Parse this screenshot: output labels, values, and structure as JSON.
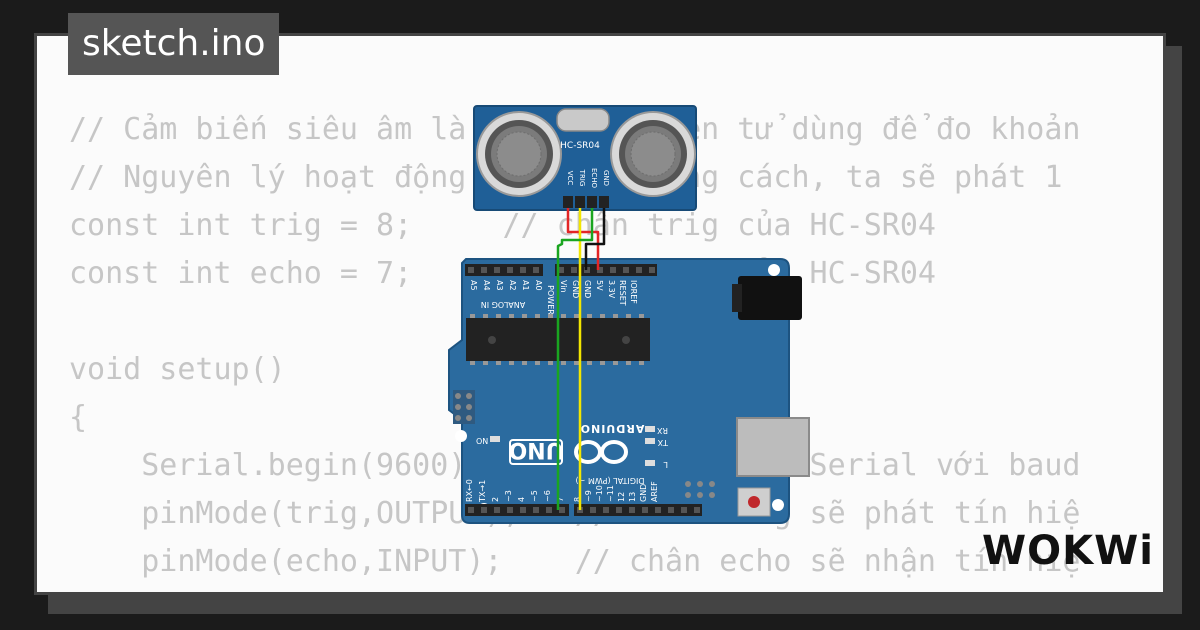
{
  "title": "sketch.ino",
  "code_lines": [
    "// Cảm biến siêu âm là một linh kiện tử dùng để đo khoản",
    "// Nguyên lý hoạt động: Để đo khoảng cách, ta sẽ phát 1",
    "const int trig = 8;     // chân trig của HC-SR04",
    "const int echo = 7;     // chân echo của HC-SR04",
    "",
    "void setup()",
    "{",
    "    Serial.begin(9600);     // giao tiếp Serial với baud",
    "    pinMode(trig,OUTPUT);   // chân trig sẽ phát tín hiệ",
    "    pinMode(echo,INPUT);    // chân echo sẽ nhận tín hiệ",
    "}"
  ],
  "sensor": {
    "model": "HC-SR04",
    "pins": [
      "VCC",
      "TRIG",
      "ECHO",
      "GND"
    ]
  },
  "arduino": {
    "brand": "ARDUINO",
    "model": "UNO",
    "power_header": [
      "IOREF",
      "RESET",
      "3.3V",
      "5V",
      "GND",
      "GND",
      "Vin"
    ],
    "power_label": "POWER",
    "analog_header": [
      "A0",
      "A1",
      "A2",
      "A3",
      "A4",
      "A5"
    ],
    "analog_label": "ANALOG IN",
    "digital_label": "DIGITAL (PWM ~)",
    "digital_pins": [
      "AREF",
      "GND",
      "13",
      "12",
      "~11",
      "~10",
      "~9",
      "8",
      "7",
      "~6",
      "~5",
      "4",
      "~3",
      "2",
      "TX→1",
      "RX←0"
    ],
    "leds": [
      "L",
      "TX",
      "RX",
      "ON"
    ]
  },
  "brand_logo": "WOKWi",
  "colors": {
    "background": "#1b1b1b",
    "card": "#fbfbfb",
    "code_text": "#c6c6c6",
    "board": "#2b6b9f",
    "sensor_board": "#1f5f97",
    "wire_vcc": "#e32525",
    "wire_trig": "#f2e600",
    "wire_echo": "#1aa520",
    "wire_gnd": "#111111"
  }
}
